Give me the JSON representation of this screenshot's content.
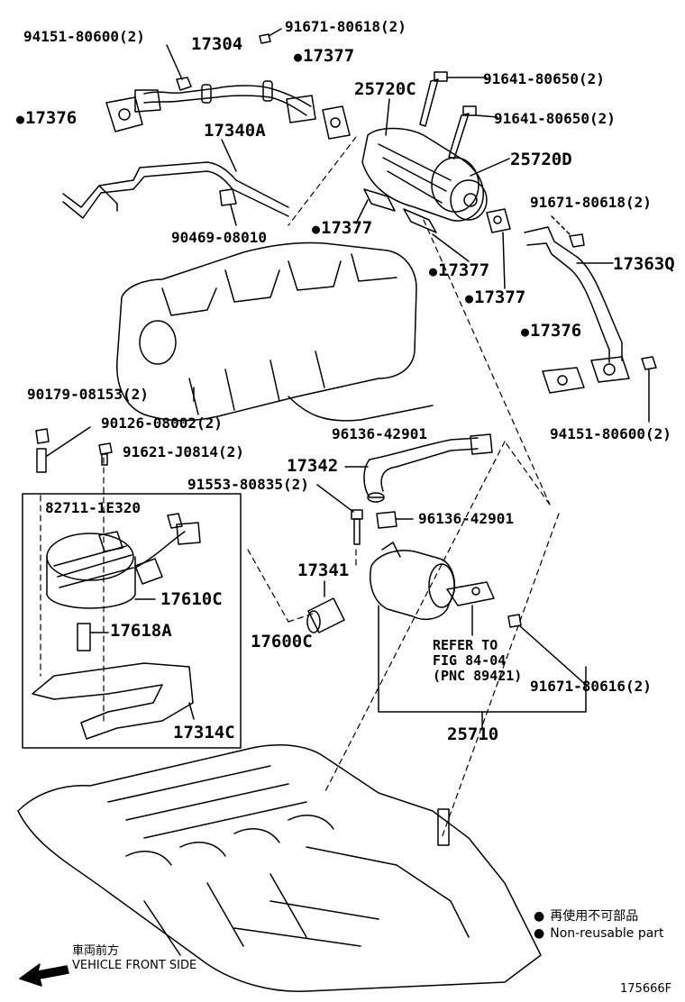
{
  "labels": {
    "p94151_top": "94151-80600(2)",
    "p17304": "17304",
    "p91671_top": "91671-80618(2)",
    "p17377_a": "17377",
    "p17376_a": "17376",
    "p25720c": "25720C",
    "p91641_a": "91641-80650(2)",
    "p91641_b": "91641-80650(2)",
    "p17340a": "17340A",
    "p25720d": "25720D",
    "p91671_mid": "91671-80618(2)",
    "p90469": "90469-08010",
    "p17377_b": "17377",
    "p17363q": "17363Q",
    "p17377_c": "17377",
    "p17377_d": "17377",
    "p17376_b": "17376",
    "p90179": "90179-08153(2)",
    "p94151_bot": "94151-80600(2)",
    "p90126": "90126-08002(2)",
    "p96136_a": "96136-42901",
    "p91621": "91621-J0814(2)",
    "p17342": "17342",
    "p91553": "91553-80835(2)",
    "p82711": "82711-1E320",
    "p96136_b": "96136-42901",
    "p17341": "17341",
    "p17610c": "17610C",
    "p17618a": "17618A",
    "p17600c": "17600C",
    "p91671_bot": "91671-80616(2)",
    "p17314c": "17314C",
    "p25710": "25710"
  },
  "refer": {
    "line1": "REFER TO",
    "line2": "FIG 84-04",
    "line3": "(PNC 89421)"
  },
  "legend": {
    "jp": "再使用不可部品",
    "en": "Non-reusable part"
  },
  "direction": {
    "jp": "車両前方",
    "en": "VEHICLE FRONT SIDE"
  },
  "figure_id": "175666F"
}
